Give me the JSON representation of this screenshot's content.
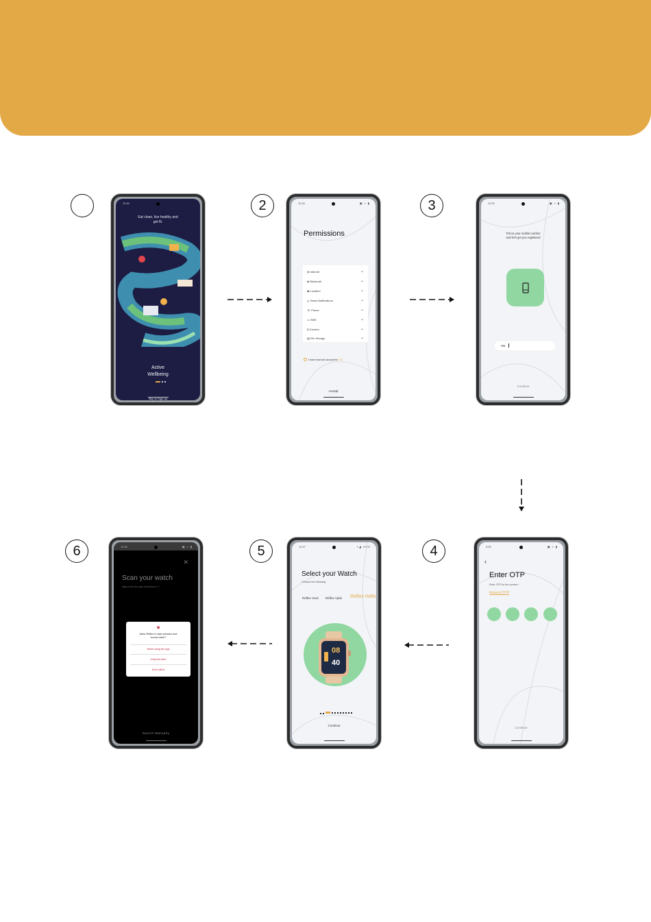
{
  "steps": [
    "2",
    "3",
    "4",
    "5",
    "6"
  ],
  "screen1": {
    "tagline_line1": "Eat clean, live healthy and",
    "tagline_line2": "get fit.",
    "title_line1": "Active",
    "title_line2": "Wellbeing",
    "skip": "Skip to Sign Up",
    "accent": "#e4a947"
  },
  "screen2": {
    "time": "11:34",
    "title": "Permissions",
    "items": [
      "Internet",
      "Bluetooth",
      "Location",
      "Smart Notifications",
      "Phone",
      "SMS",
      "Camera",
      "File Storage"
    ],
    "agree_text": "I have read and accept the",
    "agree_link": "T&C",
    "accept": "Accept"
  },
  "screen3": {
    "time": "11:32",
    "prompt_line1": "Tell us your mobile number",
    "prompt_line2": "and let's get you registered",
    "country_code": "+91",
    "continue": "Continue",
    "tile_color": "#90d7a1"
  },
  "screen4": {
    "time": "0:00",
    "title": "Enter OTP",
    "subtitle": "Enter OTP for the number+",
    "resend": "Resend OTP",
    "continue": "Continue",
    "dot_color": "#90d7a1"
  },
  "screen5": {
    "time": "11:37",
    "battery": "40%",
    "title": "Select your Watch",
    "subtitle": "Choose the following",
    "options": [
      "Reflex Vox2",
      "Reflex Vybe",
      "Reflex Hello"
    ],
    "watch_hour": "08",
    "watch_min": "40",
    "continue": "Continue"
  },
  "screen6": {
    "time": "11:36",
    "title": "Scan your watch",
    "subtitle": "Align both the app and device",
    "dialog_line1": "Allow Reflex to take pictures and",
    "dialog_line2": "record video?",
    "opt1": "While using the app",
    "opt2": "Only this time",
    "opt3": "Don't allow",
    "search": "Search Manually"
  }
}
